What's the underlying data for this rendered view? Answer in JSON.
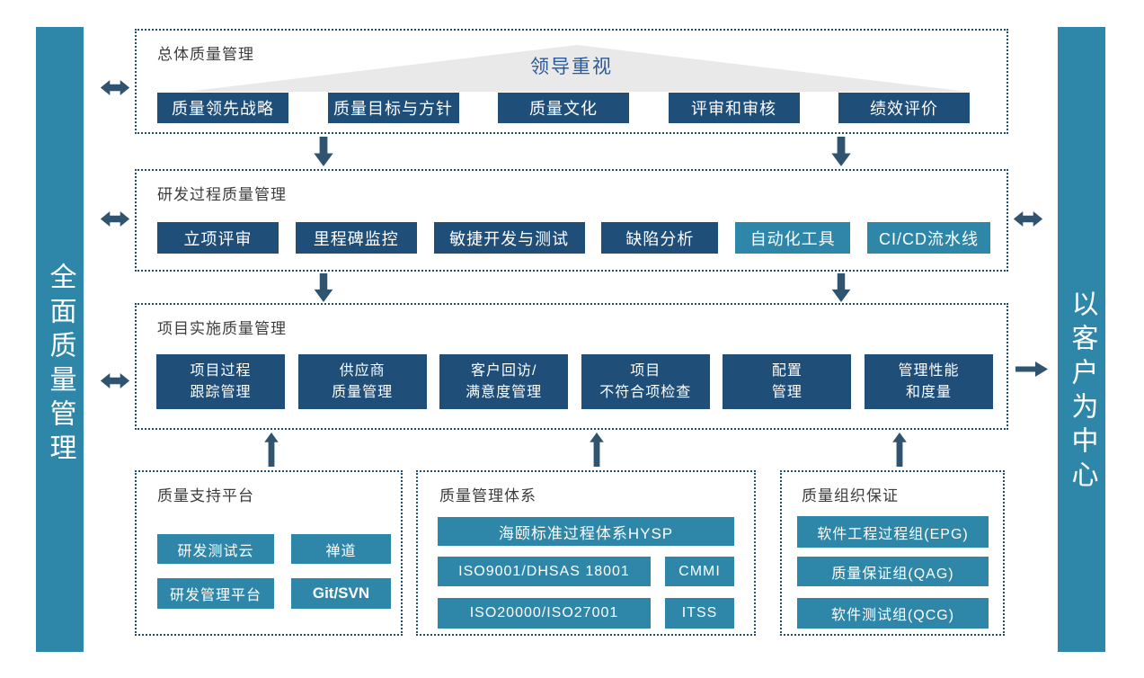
{
  "bars": {
    "left": {
      "label": "全面质量管理"
    },
    "right": {
      "label": "以客户为中心"
    }
  },
  "sections": {
    "overall": {
      "title": "总体质量管理",
      "banner": "领导重视",
      "items": [
        "质量领先战略",
        "质量目标与方针",
        "质量文化",
        "评审和审核",
        "绩效评价"
      ]
    },
    "rnd": {
      "title": "研发过程质量管理",
      "items": [
        "立项评审",
        "里程碑监控",
        "敏捷开发与测试",
        "缺陷分析",
        "自动化工具",
        "CI/CD流水线"
      ]
    },
    "project": {
      "title": "项目实施质量管理",
      "items": [
        {
          "line1": "项目过程",
          "line2": "跟踪管理"
        },
        {
          "line1": "供应商",
          "line2": "质量管理"
        },
        {
          "line1": "客户回访/",
          "line2": "满意度管理"
        },
        {
          "line1": "项目",
          "line2": "不符合项检查"
        },
        {
          "line1": "配置",
          "line2": "管理"
        },
        {
          "line1": "管理性能",
          "line2": "和度量"
        }
      ]
    },
    "platform": {
      "title": "质量支持平台",
      "items": [
        "研发测试云",
        "禅道",
        "研发管理平台",
        "Git/SVN"
      ]
    },
    "system": {
      "title": "质量管理体系",
      "wide": "海颐标准过程体系HYSP",
      "items": [
        "ISO9001/DHSAS 18001",
        "CMMI",
        "ISO20000/ISO27001",
        "ITSS"
      ]
    },
    "org": {
      "title": "质量组织保证",
      "items": [
        "软件工程过程组(EPG)",
        "质量保证组(QAG)",
        "软件测试组(QCG)"
      ]
    }
  },
  "colors": {
    "navy_button": "#1F4E79",
    "teal_button": "#2E87A8",
    "side_bar": "#2E86A9",
    "arrow": "#30536F",
    "dotted_border": "#1F4E79",
    "triangle_fill": "#E9E9EA",
    "banner_text": "#2B5A9B",
    "title_text": "#3d3d3d"
  }
}
